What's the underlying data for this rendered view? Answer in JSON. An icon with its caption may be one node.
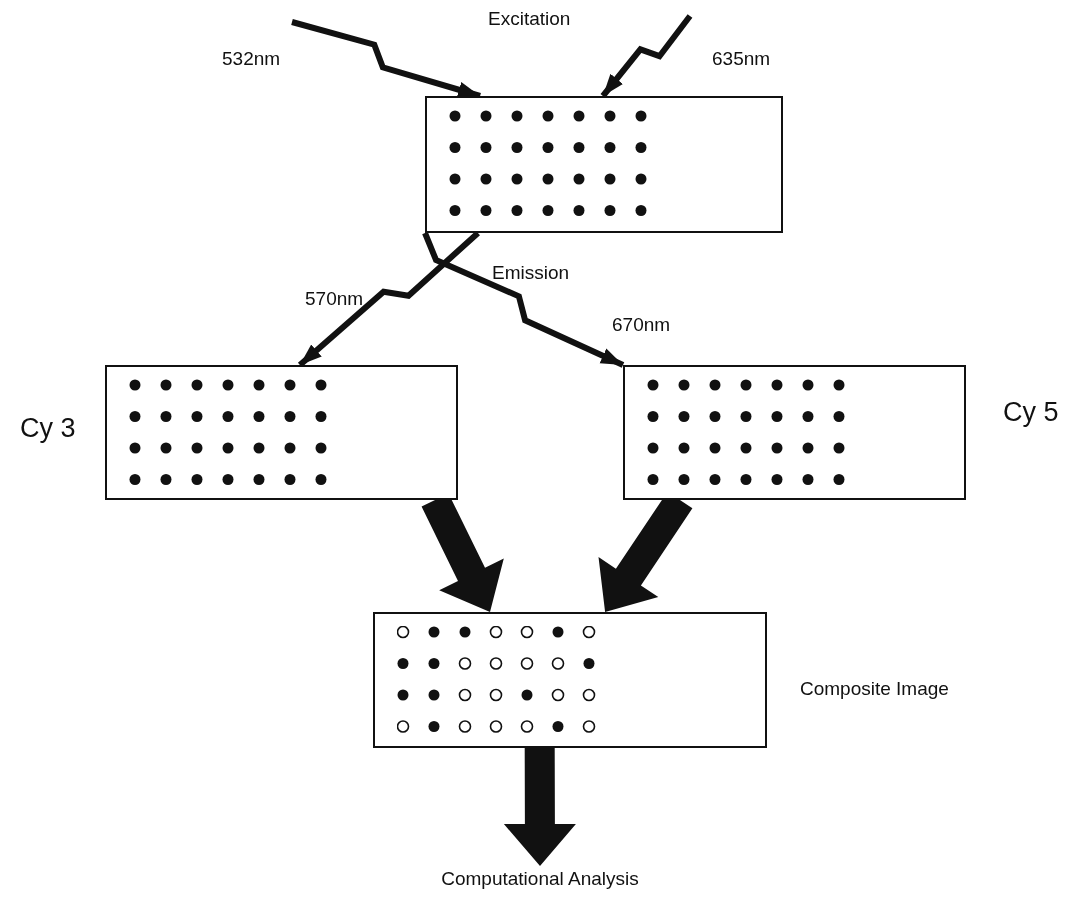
{
  "diagram": {
    "nodes": [
      {
        "text": [],
        "shape": "box"
      },
      {
        "text": [],
        "shape": "box",
        "beside": [
          "Cy 3"
        ]
      },
      {
        "text": [],
        "shape": "box",
        "beside": [
          "Cy 5"
        ]
      },
      {
        "text": [],
        "shape": "box",
        "beside": [
          "Composite Image"
        ]
      },
      {
        "text": [
          "Computational Analysis"
        ]
      }
    ],
    "edges": [
      {
        "from": null,
        "to": 0,
        "arrow": "to",
        "label": "532nm"
      },
      {
        "from": null,
        "to": 0,
        "arrow": "to",
        "label": "635nm"
      },
      {
        "from": 0,
        "to": 1,
        "arrow": "to",
        "label": "570nm"
      },
      {
        "from": 0,
        "to": 2,
        "arrow": "to",
        "label": "670nm"
      },
      {
        "from": 1,
        "to": 3,
        "arrow": "to",
        "style": "thick"
      },
      {
        "from": 2,
        "to": 3,
        "arrow": "to",
        "style": "thick"
      },
      {
        "from": 3,
        "to": 4,
        "arrow": "to",
        "style": "thick"
      }
    ],
    "labels": [
      "Excitation",
      "Emission"
    ]
  }
}
